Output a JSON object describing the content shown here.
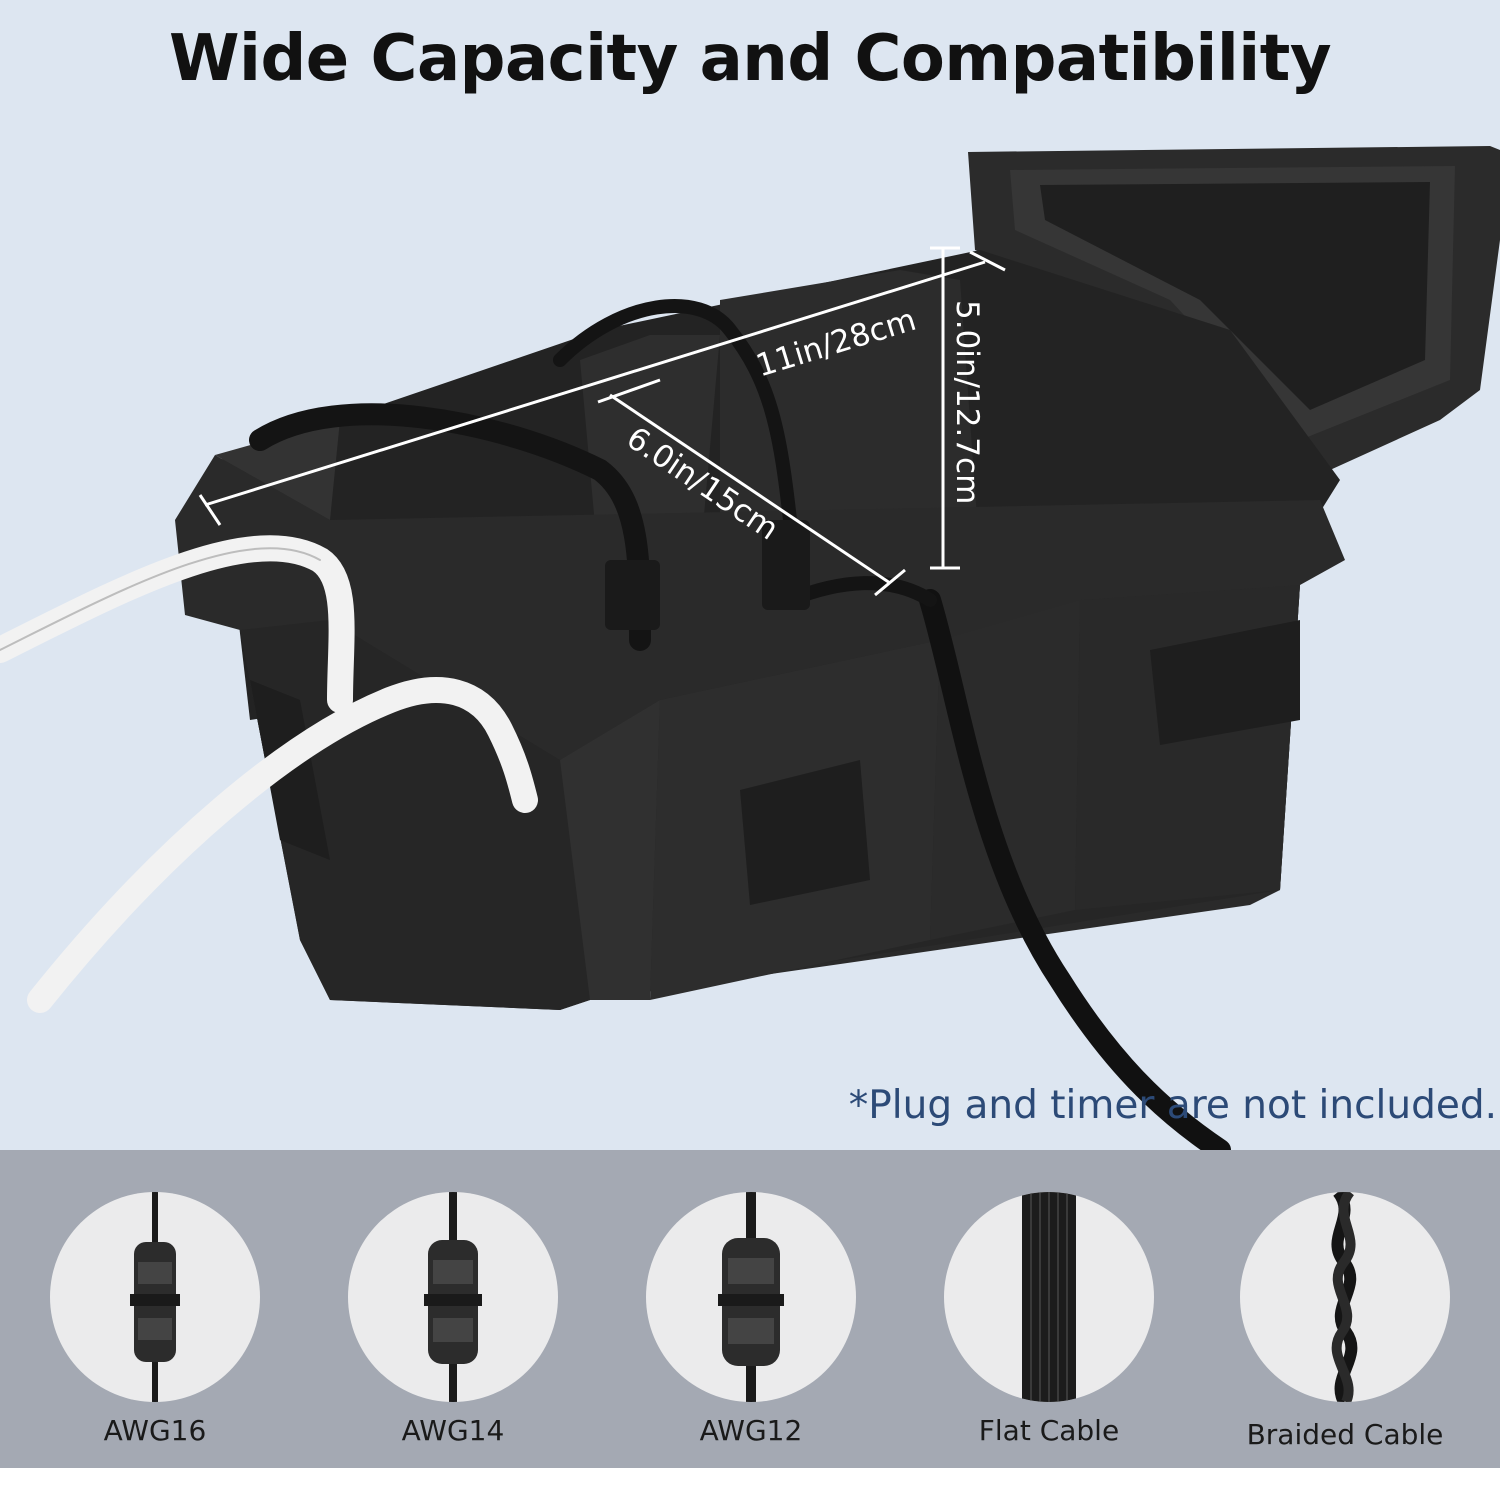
{
  "title": "Wide Capacity and Compatibility",
  "dimensions": {
    "length": "11in/28cm",
    "width": "6.0in/15cm",
    "height": "5.0in/12.7cm"
  },
  "note": "*Plug and timer are not included.",
  "cable_types": [
    {
      "label": "AWG16",
      "icon": "awg16-connector-icon"
    },
    {
      "label": "AWG14",
      "icon": "awg14-connector-icon"
    },
    {
      "label": "AWG12",
      "icon": "awg12-connector-icon"
    },
    {
      "label": "Flat Cable",
      "icon": "flat-cable-icon"
    },
    {
      "label": "Braided Cable",
      "icon": "braided-cable-icon"
    }
  ],
  "colors": {
    "background_top": "#dde6f1",
    "background_bottom": "#a4a9b3",
    "box": "#2a2a2a",
    "note_text": "#2c4a77"
  }
}
